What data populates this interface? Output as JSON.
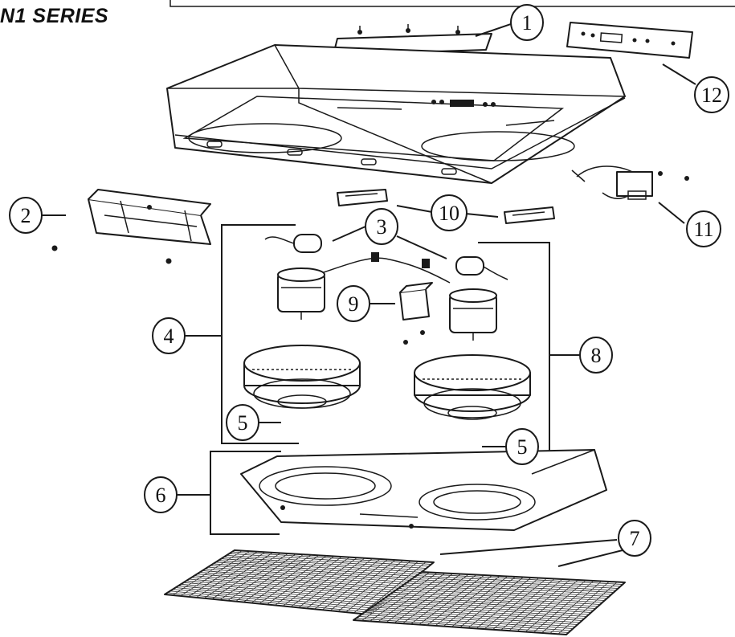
{
  "header": {
    "series_title": "N1 SERIES"
  },
  "callouts": [
    {
      "number": "1"
    },
    {
      "number": "2"
    },
    {
      "number": "3"
    },
    {
      "number": "4"
    },
    {
      "number": "5"
    },
    {
      "number": "5"
    },
    {
      "number": "6"
    },
    {
      "number": "7"
    },
    {
      "number": "8"
    },
    {
      "number": "9"
    },
    {
      "number": "10"
    },
    {
      "number": "11"
    },
    {
      "number": "12"
    }
  ]
}
